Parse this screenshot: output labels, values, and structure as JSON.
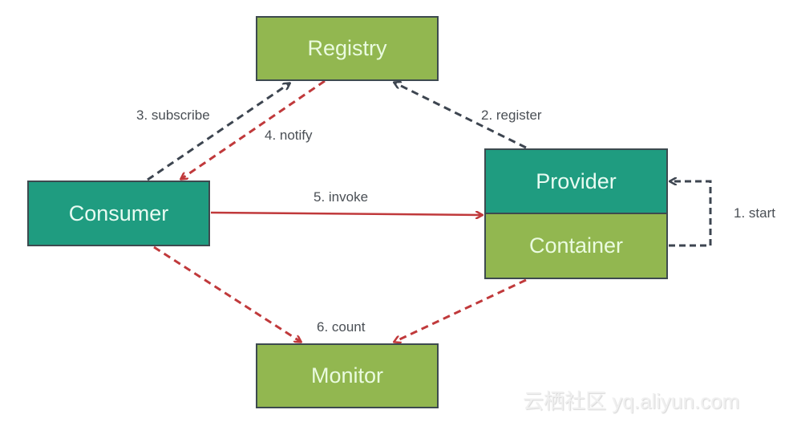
{
  "nodes": {
    "registry": "Registry",
    "consumer": "Consumer",
    "provider": "Provider",
    "container": "Container",
    "monitor": "Monitor"
  },
  "edges": [
    {
      "id": "start",
      "label": "1. start",
      "from": "Container",
      "to": "Provider",
      "style": "dashed",
      "color": "#3d4550"
    },
    {
      "id": "register",
      "label": "2. register",
      "from": "Provider",
      "to": "Registry",
      "style": "dashed",
      "color": "#3d4550"
    },
    {
      "id": "subscribe",
      "label": "3. subscribe",
      "from": "Consumer",
      "to": "Registry",
      "style": "dashed",
      "color": "#3d4550"
    },
    {
      "id": "notify",
      "label": "4. notify",
      "from": "Registry",
      "to": "Consumer",
      "style": "dashed",
      "color": "#c0393b"
    },
    {
      "id": "invoke",
      "label": "5. invoke",
      "from": "Consumer",
      "to": "Provider",
      "style": "solid",
      "color": "#c0393b"
    },
    {
      "id": "count",
      "label": "6. count",
      "from": "Consumer & Container",
      "to": "Monitor",
      "style": "dashed",
      "color": "#c0393b"
    }
  ],
  "colors": {
    "green": "#92b750",
    "teal": "#1f9c80",
    "dark_dashed": "#3d4550",
    "red": "#c0393b"
  },
  "watermark": "云栖社区 yq.aliyun.com"
}
